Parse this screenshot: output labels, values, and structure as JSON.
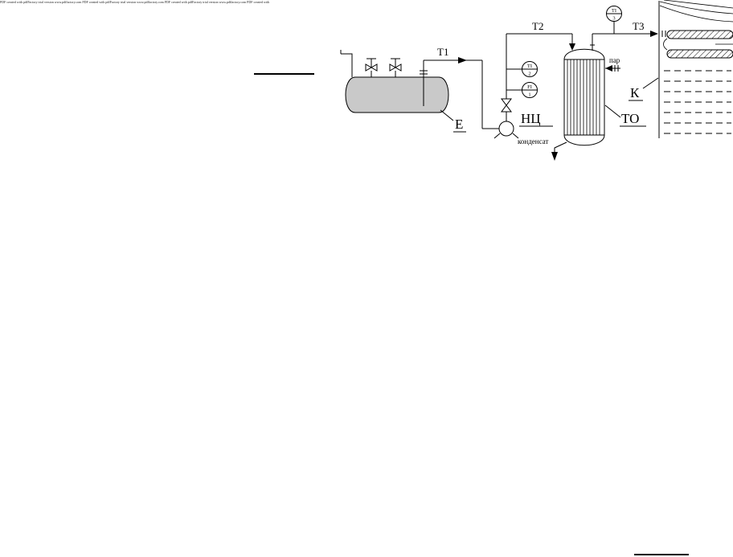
{
  "page": {
    "microtext": "PDF created with pdfFactory trial version www.pdffactory.com PDF created with pdfFactory trial version www.pdffactory.com PDF created with pdfFactory trial version www.pdffactory.com PDF created with pdfFactory trial version www.pdffactory.com"
  },
  "diagram": {
    "streams": {
      "t1": "Т1",
      "t2": "Т2",
      "t3": "Т3"
    },
    "equipment": {
      "vessel": "Е",
      "pump": "НЦ",
      "heat_exchanger": "ТО",
      "column": "К"
    },
    "flows": {
      "steam": "пар",
      "condensate": "конденсат"
    },
    "instruments": {
      "ti2": {
        "tag": "TI",
        "num": "2"
      },
      "fi1": {
        "tag": "FI",
        "num": "1"
      },
      "ti3": {
        "tag": "TI",
        "num": "3"
      }
    },
    "colors": {
      "line": "#000000",
      "vessel_fill": "#c9c9c9"
    }
  }
}
